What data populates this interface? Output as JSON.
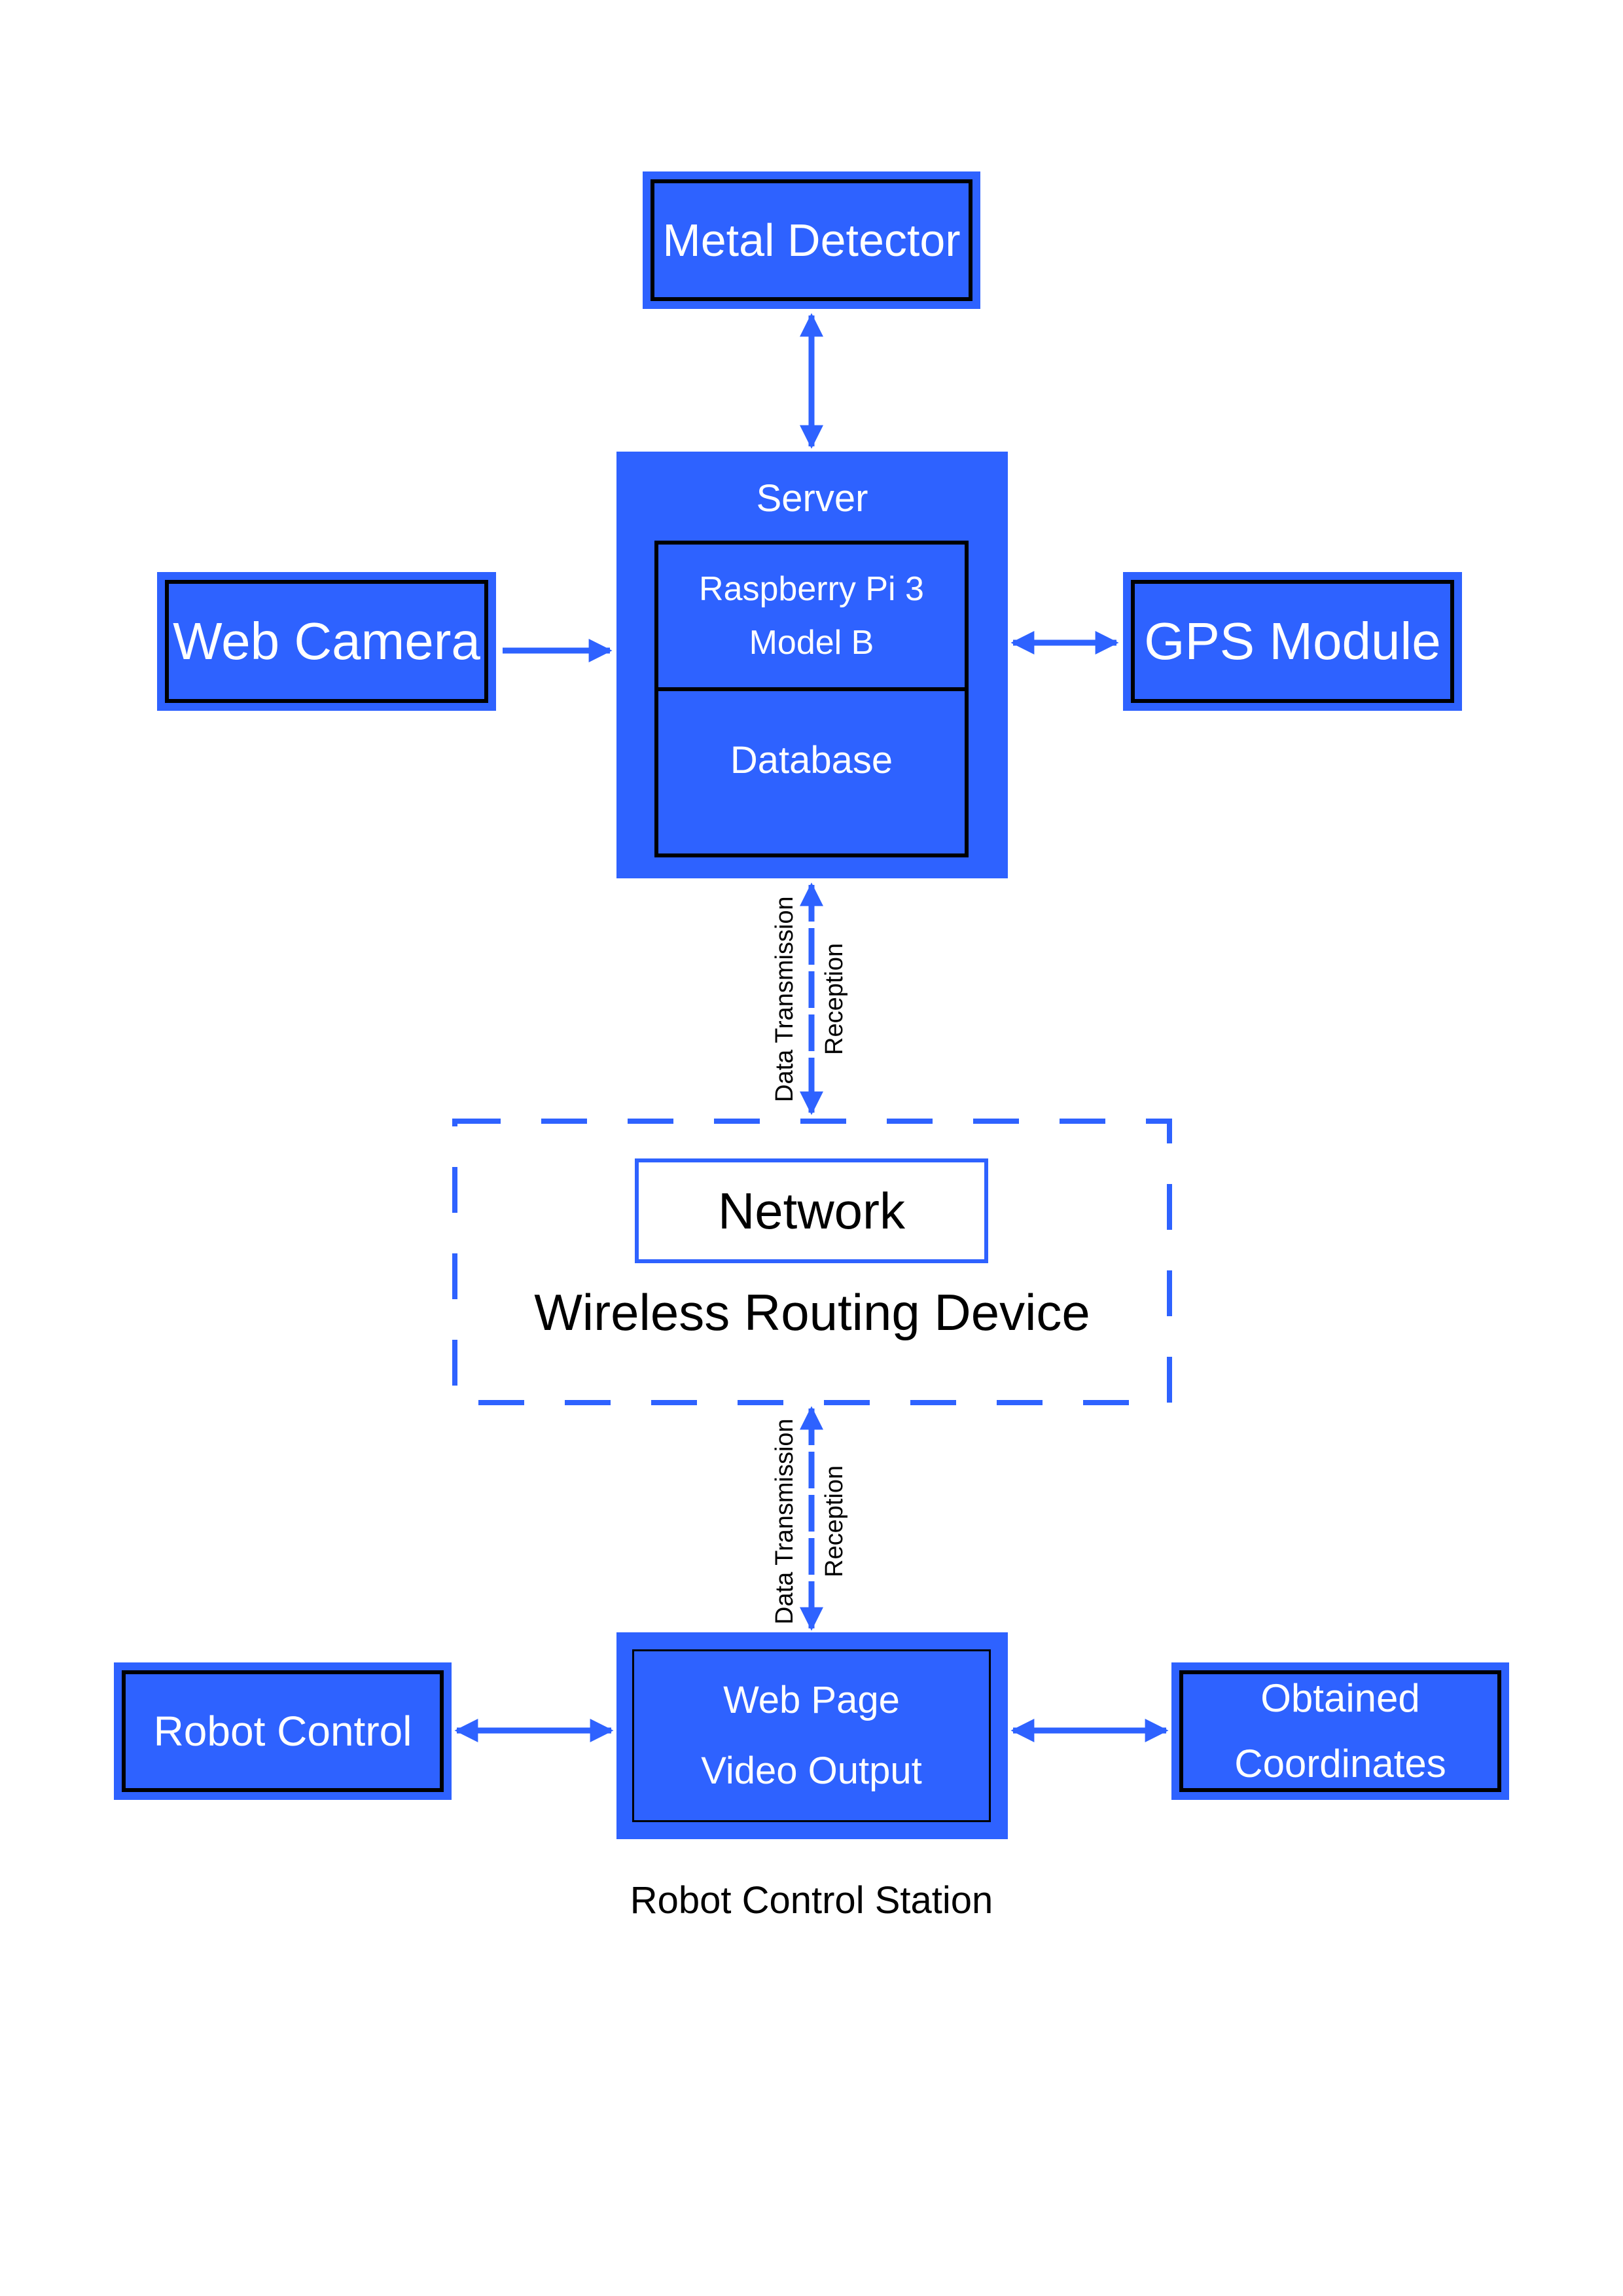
{
  "colors": {
    "accent": "#2e62ff",
    "border": "#000000",
    "text_on_accent": "#ffffff",
    "text": "#000000"
  },
  "nodes": {
    "metal_detector": "Metal Detector",
    "server_title": "Server",
    "raspberry_line1": "Raspberry Pi 3",
    "raspberry_line2": "Model B",
    "database": "Database",
    "web_camera": "Web Camera",
    "gps_module": "GPS Module",
    "network": "Network",
    "wireless_routing_device": "Wireless Routing Device",
    "web_page": "Web Page",
    "video_output": "Video Output",
    "robot_control": "Robot Control",
    "obtained_line1": "Obtained",
    "obtained_line2": "Coordinates",
    "robot_control_station": "Robot Control Station"
  },
  "edge_labels": {
    "upper_left": "Data Transmission",
    "upper_right": "Reception",
    "lower_left": "Data Transmission",
    "lower_right": "Reception"
  }
}
